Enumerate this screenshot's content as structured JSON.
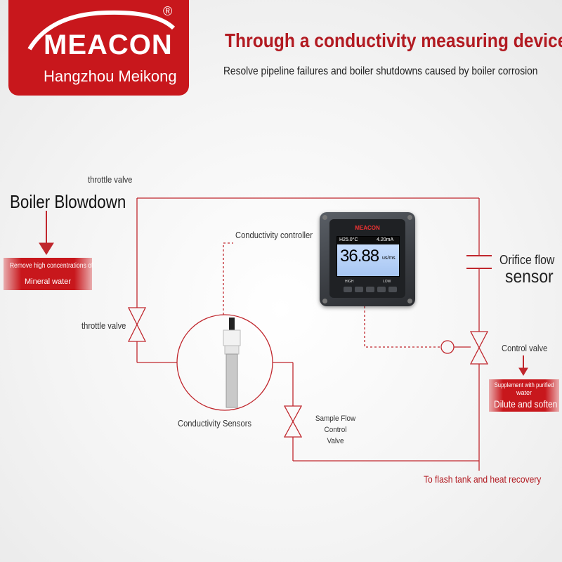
{
  "brand": {
    "name": "MEACON",
    "registered_mark": "®",
    "subtitle": "Hangzhou Meikong",
    "color": "#c8171c"
  },
  "headline": "Through a conductivity measuring device",
  "subheadline": "Resolve pipeline failures and boiler shutdowns caused by boiler corrosion",
  "labels": {
    "throttle_valve_top": "throttle valve",
    "boiler_blowdown": "Boiler Blowdown",
    "conductivity_controller": "Conductivity controller",
    "throttle_valve_left": "throttle valve",
    "conductivity_sensors": "Conductivity Sensors",
    "sample_flow_control_valve_l1": "Sample Flow Control",
    "sample_flow_control_valve_l2": "Valve",
    "orifice_flow_l1": "Orifice flow",
    "orifice_flow_l2": "sensor",
    "control_valve": "Control valve",
    "flash_tank": "To flash tank and heat recovery"
  },
  "blowdown_box": {
    "line1": "Remove high concentrations of",
    "line2": "Mineral water"
  },
  "supplement_box": {
    "line1": "Supplement with purified",
    "line2": "water",
    "line3": "Dilute and soften"
  },
  "controller": {
    "logo": "MEACON",
    "temperature": "H25.0°C",
    "current": "4.20mA",
    "value": "36.88",
    "unit": "us/ms",
    "high_label": "HIGH",
    "low_label": "LOW"
  },
  "colors": {
    "pipe": "#c0272d",
    "accent_text": "#b21a21"
  }
}
